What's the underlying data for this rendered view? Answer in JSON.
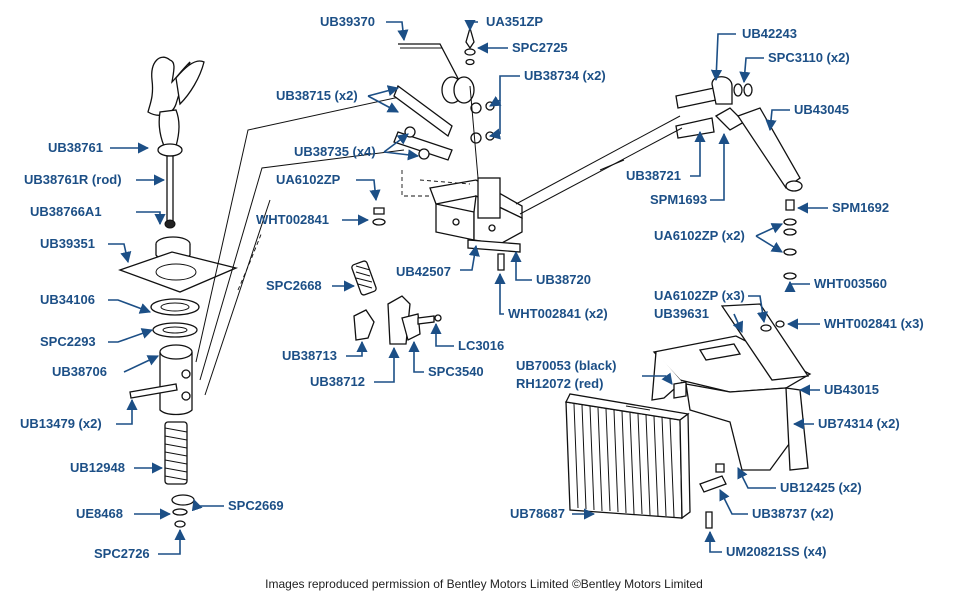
{
  "labels": {
    "UB39370": "UB39370",
    "UA351ZP": "UA351ZP",
    "SPC2725": "SPC2725",
    "UB38734": "UB38734 (x2)",
    "UB38715": "UB38715 (x2)",
    "UB38735": "UB38735 (x4)",
    "UB42243": "UB42243",
    "SPC3110": "SPC3110 (x2)",
    "UB43045": "UB43045",
    "UB38761": "UB38761",
    "UB38761R": "UB38761R (rod)",
    "UB38766A1": "UB38766A1",
    "UB39351": "UB39351",
    "UB34106": "UB34106",
    "SPC2293": "SPC2293",
    "UB38706": "UB38706",
    "UB13479": "UB13479 (x2)",
    "UB12948": "UB12948",
    "UE8468": "UE8468",
    "SPC2669": "SPC2669",
    "SPC2726": "SPC2726",
    "UA6102ZP": "UA6102ZP",
    "WHT002841": "WHT002841",
    "SPC2668": "SPC2668",
    "UB38713": "UB38713",
    "UB38712": "UB38712",
    "LC3016": "LC3016",
    "SPC3540": "SPC3540",
    "UB42507": "UB42507",
    "UB38720": "UB38720",
    "WHT002841x2": "WHT002841 (x2)",
    "UB38721": "UB38721",
    "SPM1693": "SPM1693",
    "SPM1692": "SPM1692",
    "UA6102ZPx2": "UA6102ZP (x2)",
    "WHT003560": "WHT003560",
    "UA6102ZPx3": "UA6102ZP (x3)",
    "UB39631": "UB39631",
    "WHT002841x3": "WHT002841 (x3)",
    "UB70053": "UB70053 (black)",
    "RH12072": "RH12072 (red)",
    "UB43015": "UB43015",
    "UB74314": "UB74314 (x2)",
    "UB12425": "UB12425 (x2)",
    "UB38737": "UB38737 (x2)",
    "UB78687": "UB78687",
    "UM20821SS": "UM20821SS (x4)"
  },
  "credit": "Images reproduced permission of Bentley Motors Limited ©Bentley Motors Limited",
  "colors": {
    "label": "#1c4f86",
    "line": "#111111",
    "background": "#ffffff"
  }
}
